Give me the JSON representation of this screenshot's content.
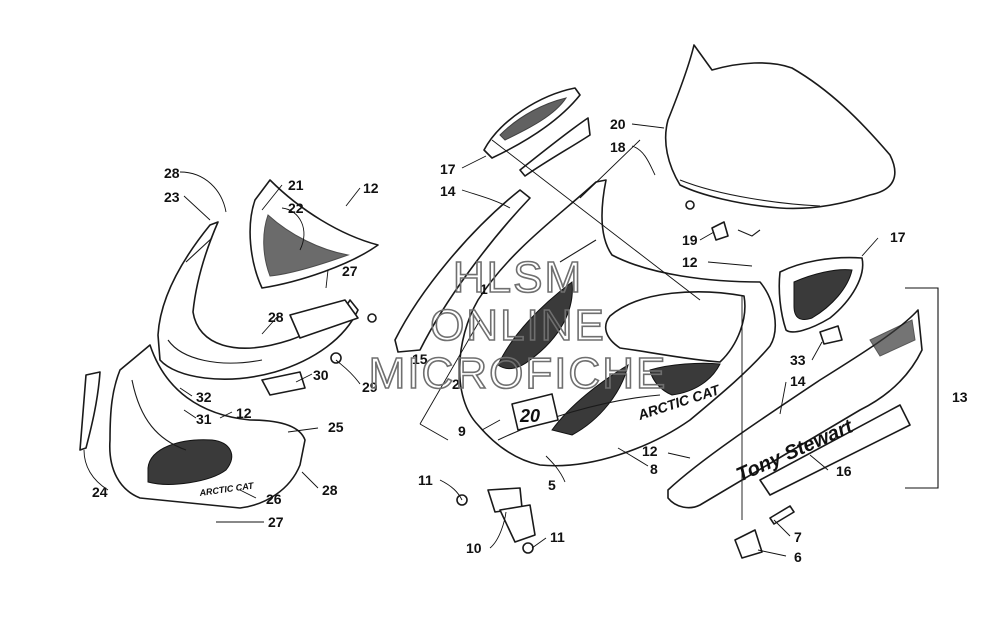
{
  "watermark": {
    "line1": "HLSM",
    "line2": "ONLINE",
    "line3": "MICROFICHE"
  },
  "decals": {
    "brand": "ARCTIC CAT",
    "rider": "Tony Stewart",
    "race_number": "20"
  },
  "callouts": [
    {
      "id": "c-28a",
      "text": "28"
    },
    {
      "id": "c-23",
      "text": "23"
    },
    {
      "id": "c-21",
      "text": "21"
    },
    {
      "id": "c-22",
      "text": "22"
    },
    {
      "id": "c-12a",
      "text": "12"
    },
    {
      "id": "c-27a",
      "text": "27"
    },
    {
      "id": "c-28b",
      "text": "28"
    },
    {
      "id": "c-30",
      "text": "30"
    },
    {
      "id": "c-29",
      "text": "29"
    },
    {
      "id": "c-32",
      "text": "32"
    },
    {
      "id": "c-31",
      "text": "31"
    },
    {
      "id": "c-12b",
      "text": "12"
    },
    {
      "id": "c-25",
      "text": "25"
    },
    {
      "id": "c-24",
      "text": "24"
    },
    {
      "id": "c-26",
      "text": "26"
    },
    {
      "id": "c-28c",
      "text": "28"
    },
    {
      "id": "c-27b",
      "text": "27"
    },
    {
      "id": "c-17a",
      "text": "17"
    },
    {
      "id": "c-14a",
      "text": "14"
    },
    {
      "id": "c-1",
      "text": "1"
    },
    {
      "id": "c-15",
      "text": "15"
    },
    {
      "id": "c-2",
      "text": "2"
    },
    {
      "id": "c-9",
      "text": "9"
    },
    {
      "id": "c-11a",
      "text": "11"
    },
    {
      "id": "c-10",
      "text": "10"
    },
    {
      "id": "c-11b",
      "text": "11"
    },
    {
      "id": "c-5",
      "text": "5"
    },
    {
      "id": "c-8",
      "text": "8"
    },
    {
      "id": "c-12c",
      "text": "12"
    },
    {
      "id": "c-20",
      "text": "20"
    },
    {
      "id": "c-18",
      "text": "18"
    },
    {
      "id": "c-19",
      "text": "19"
    },
    {
      "id": "c-12d",
      "text": "12"
    },
    {
      "id": "c-17b",
      "text": "17"
    },
    {
      "id": "c-33",
      "text": "33"
    },
    {
      "id": "c-14b",
      "text": "14"
    },
    {
      "id": "c-13",
      "text": "13"
    },
    {
      "id": "c-16",
      "text": "16"
    },
    {
      "id": "c-7",
      "text": "7"
    },
    {
      "id": "c-6",
      "text": "6"
    }
  ]
}
